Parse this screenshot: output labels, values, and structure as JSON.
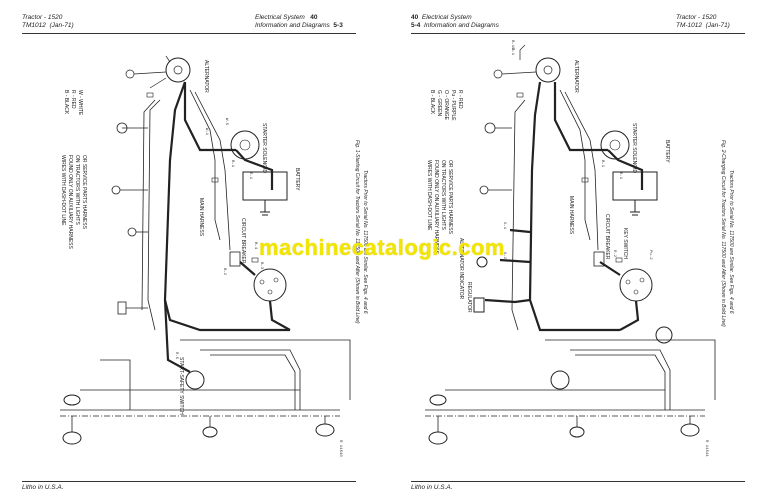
{
  "left_page": {
    "header": {
      "tractor": "Tractor - 1520",
      "manual": "TM1012",
      "date": "(Jan-71)",
      "section": "Electrical System",
      "section_num": "40",
      "subtitle": "Information and Diagrams",
      "page_num": "5-3"
    },
    "footer": "Litho in U.S.A.",
    "legend": [
      "B - BLACK",
      "R - RED",
      "W - WHITE"
    ],
    "note": [
      "WIRES WITH DASH-DOT LINE",
      "FOUND ONLY ON AUXILIARY HARNESS",
      "ON TRACTORS WITH LIGHTS",
      "OR SERVICE PARTS HARNESS"
    ],
    "labels": {
      "alternator": "ALTERNATOR",
      "starter_solenoid": "STARTER SOLENOID",
      "battery": "BATTERY",
      "main_harness": "MAIN HARNESS",
      "circuit_breaker": "CIRCUIT BREAKER",
      "start_safety": "START-SAFETY SWITCH",
      "w1": "W-1",
      "b1": "B-1",
      "r1": "R-1",
      "b2": "B-2",
      "b3": "B-3",
      "b4": "B-4",
      "w5": "W-5",
      "r5": "R-5",
      "fig_number": "R 11540"
    },
    "caption": {
      "line1": "Fig. 1-Starting Circuit for Tractors Serial No. 117500 and After (Shown in Bold Line)",
      "line2": "Tractors Prior to Serial No. 117500 are Similar. See Figs. 4 and 6"
    }
  },
  "right_page": {
    "header": {
      "section_num": "40",
      "page_num": "5-4",
      "section": "Electrical System",
      "subtitle": "Information and Diagrams",
      "tractor": "Tractor - 1520",
      "manual": "TM-1012",
      "date": "(Jan-71)"
    },
    "footer": "Litho in U.S.A.",
    "legend": [
      "B - BLACK",
      "G - GREEN",
      "O - ORANGE",
      "Pu - PURPLE",
      "R - RED"
    ],
    "note": [
      "WIRES WITH DASH-DOT LINE",
      "FOUND ONLY ON AUXILIARY HARNESS",
      "ON TRACTORS WITH LIGHTS",
      "OR SERVICE PARTS HARNESS"
    ],
    "labels": {
      "alternator": "ALTERNATOR",
      "starter_solenoid": "STARTER SOLENOID",
      "battery": "BATTERY",
      "main_harness": "MAIN HARNESS",
      "circuit_breaker": "CIRCUIT BREAKER",
      "regulator": "REGULATOR",
      "indicator": "ALTERNATOR INDICATOR",
      "key_switch": "KEY SWITCH",
      "o1": "O-1",
      "b10": "B-10",
      "b1": "B-1",
      "r1": "R-1",
      "g1": "G-1",
      "g2": "G-2",
      "pu2": "Pu-2",
      "r2": "R-2",
      "fig_number": "R 11541"
    },
    "caption": {
      "line1": "Fig. 2-Charging Circuit for Tractors Serial No. 117500 and After (Shown in Bold Line)",
      "line2": "Tractors Prior to Serial No. 117500 are Similar. See Figs. 4 and 6"
    }
  },
  "watermark": "machinecatalogic.com"
}
